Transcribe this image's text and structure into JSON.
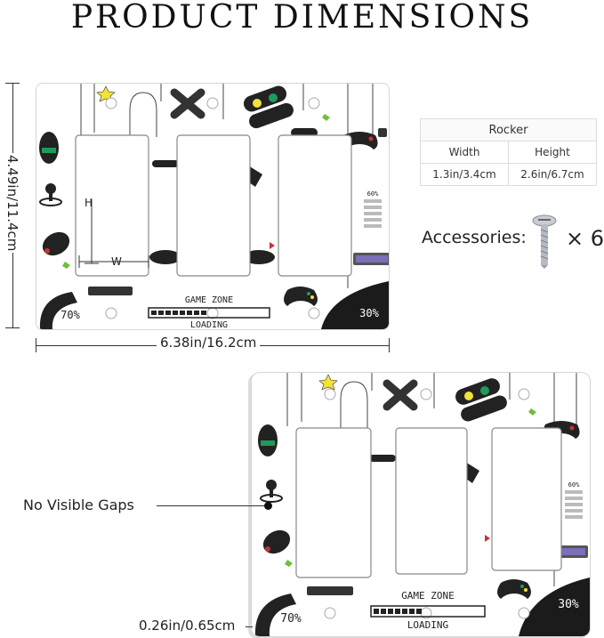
{
  "title": "PRODUCT DIMENSIONS",
  "dimensions": {
    "height": "4.49in/11.4cm",
    "width": "6.38in/16.2cm",
    "thickness": "0.26in/0.65cm",
    "h_marker": "H",
    "w_marker": "W"
  },
  "spec_table": {
    "header": "Rocker",
    "col1_label": "Width",
    "col2_label": "Height",
    "col1_value": "1.3in/3.4cm",
    "col2_value": "2.6in/6.7cm"
  },
  "accessories": {
    "label": "Accessories:",
    "count": "× 6",
    "icon": "screw-icon"
  },
  "callout": "No Visible Gaps",
  "plate_art": {
    "game_zone": "GAME ZONE",
    "loading": "LOADING",
    "pct_left": "70%",
    "pct_right": "30%",
    "pct_meter": "60%"
  },
  "colors": {
    "accent_yellow": "#f2e23a",
    "accent_green": "#1e9a5a",
    "accent_red": "#c8323a",
    "plate_dark": "#1b1b1b"
  }
}
